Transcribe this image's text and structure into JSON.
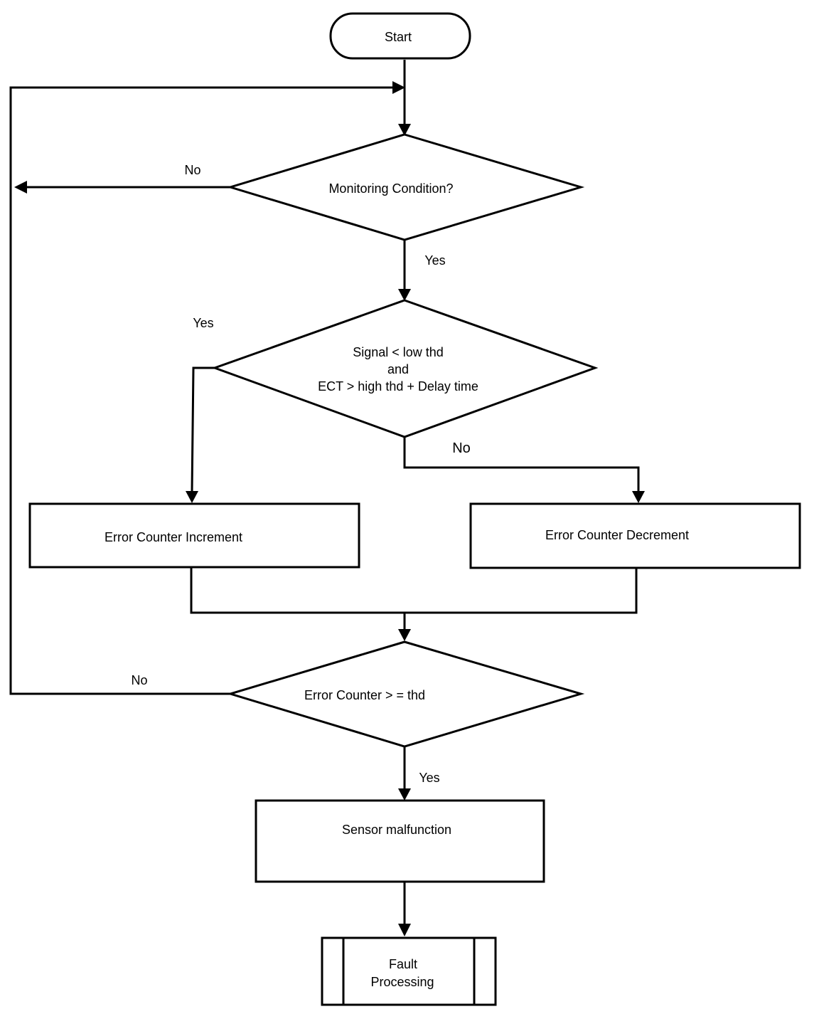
{
  "diagram": {
    "nodes": {
      "start": "Start",
      "monitoring": "Monitoring Condition?",
      "signal_line1": "Signal < low thd",
      "signal_line2": "and",
      "signal_line3": "ECT > high thd + Delay time",
      "increment": "Error Counter Increment",
      "decrement": "Error Counter Decrement",
      "threshold": "Error Counter > = thd",
      "malfunction": "Sensor malfunction",
      "fault_line1": "Fault",
      "fault_line2": "Processing"
    },
    "edges": {
      "monitoring_no": "No",
      "monitoring_yes": "Yes",
      "signal_yes": "Yes",
      "signal_no": "No",
      "threshold_no": "No",
      "threshold_yes": "Yes"
    }
  }
}
